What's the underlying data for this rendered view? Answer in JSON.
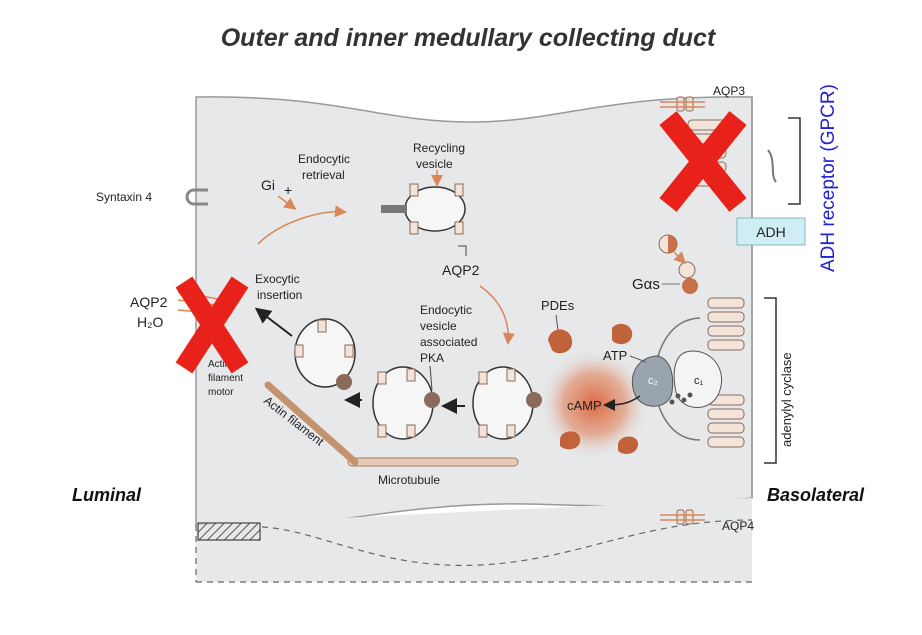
{
  "title": "Outer and inner medullary collecting duct",
  "side_labels": {
    "luminal": "Luminal",
    "basolateral": "Basolateral"
  },
  "receptor_note": "ADH receptor (GPCR)",
  "adh_box": "ADH",
  "labels": {
    "aqp3": "AQP3",
    "aqp4": "AQP4",
    "aqp2_top": "AQP2",
    "aqp2_left": "AQP2",
    "h2o": "H₂O",
    "syntaxin": "Syntaxin 4",
    "gi": "Gi",
    "gi_plus": "+",
    "endocytic_retrieval_1": "Endocytic",
    "endocytic_retrieval_2": "retrieval",
    "recycling_1": "Recycling",
    "recycling_2": "vesicle",
    "exocytic_1": "Exocytic",
    "exocytic_2": "insertion",
    "actin_motor_1": "Actin",
    "actin_motor_2": "filament",
    "actin_motor_3": "motor",
    "actin_filament": "Actin filament",
    "microtubule": "Microtubule",
    "endo_pka_1": "Endocytic",
    "endo_pka_2": "vesicle",
    "endo_pka_3": "associated",
    "endo_pka_4": "PKA",
    "pdes": "PDEs",
    "atp": "ATP",
    "camp": "cAMP",
    "gas": "Gαs",
    "c1": "c₁",
    "c2": "c₂",
    "adenylyl_cyclase": "adenylyl cyclase"
  },
  "colors": {
    "cell_fill": "#e6e8ea",
    "cross": "#e8221b",
    "arrow": "#d9865a",
    "camp_glow": "#d9643a",
    "blue_text": "#1f22d6",
    "adh_box": "#cfeef3"
  }
}
